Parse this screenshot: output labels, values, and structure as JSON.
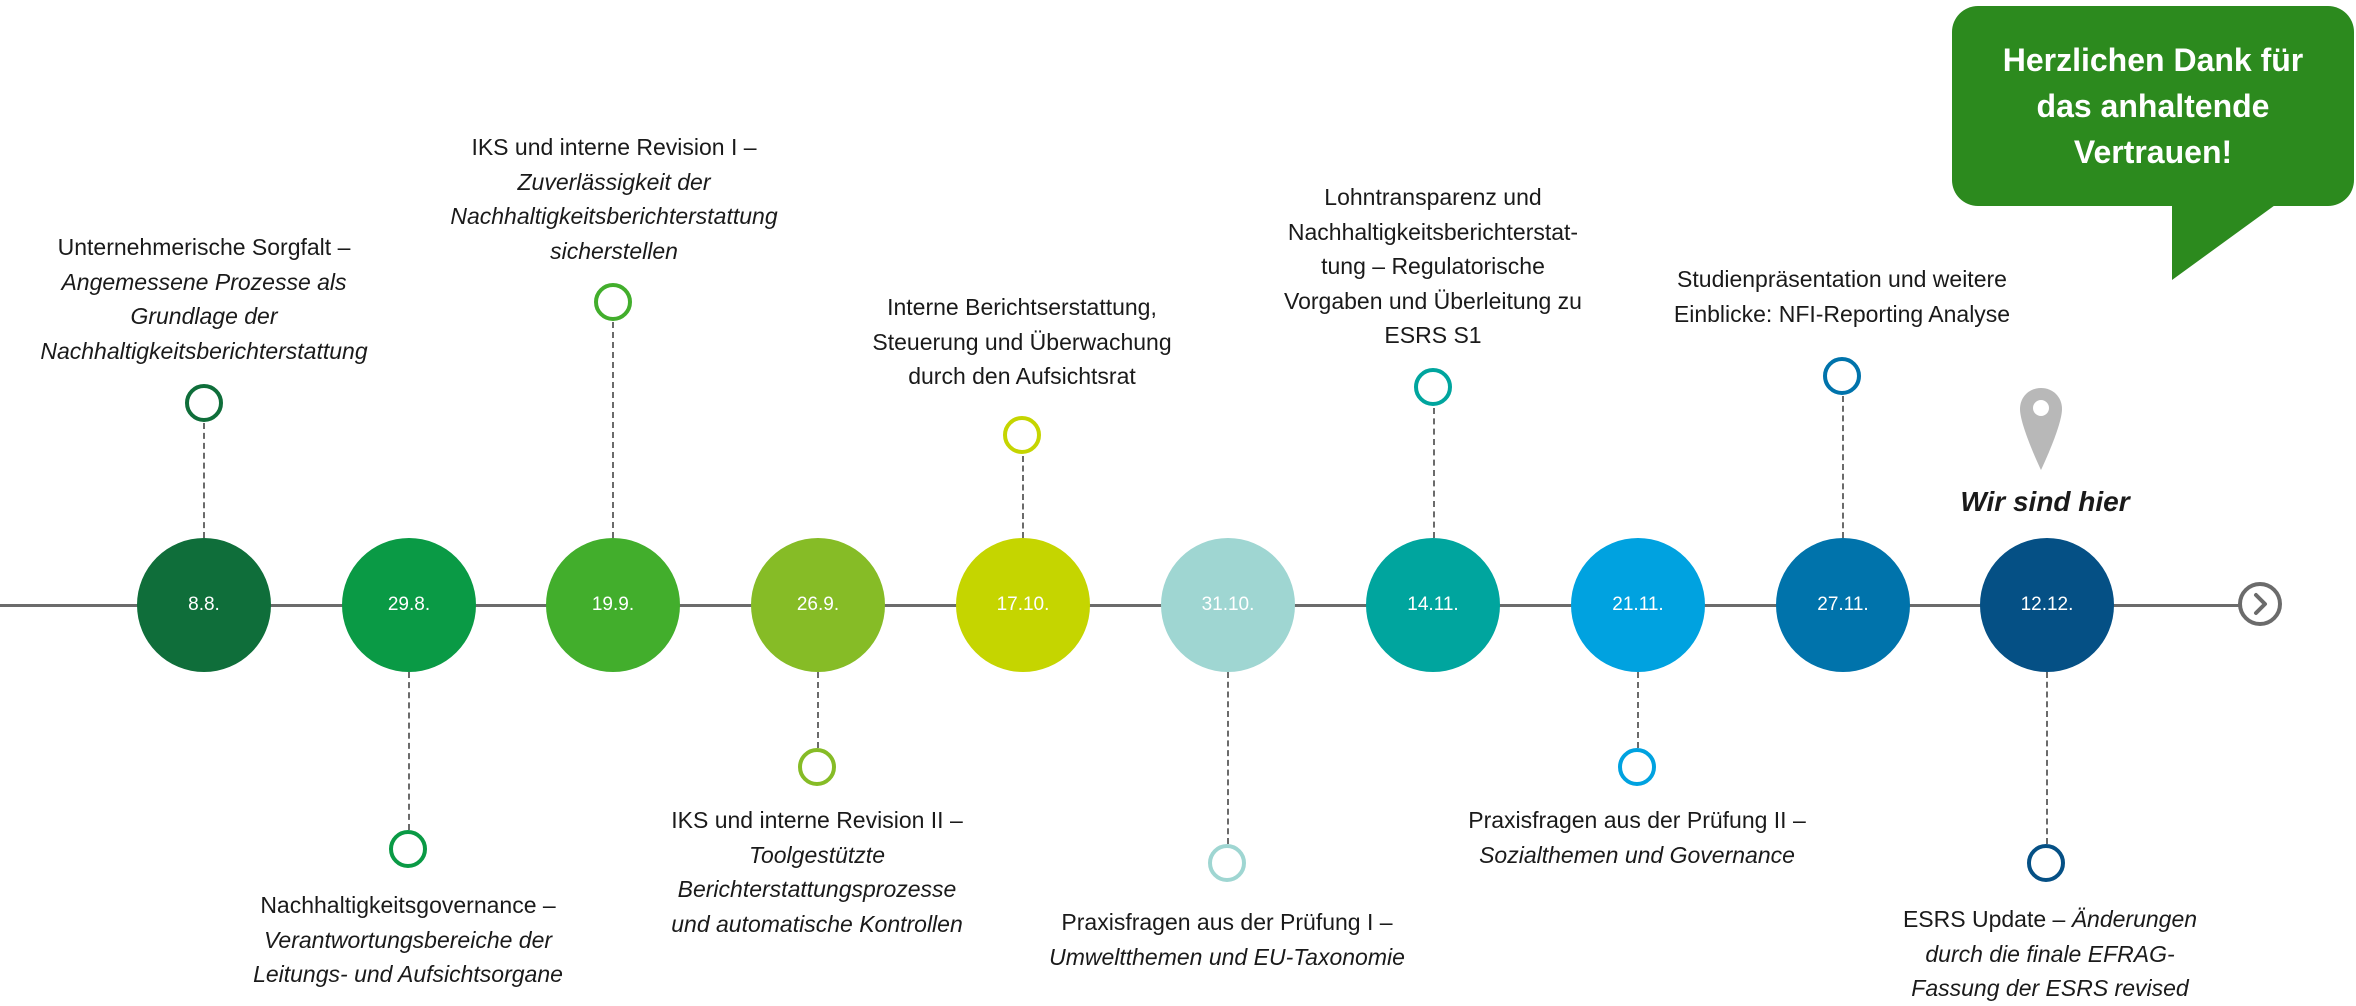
{
  "timeline": {
    "colors": {
      "axis": "#6b6b6b",
      "n1": "#0f6e3a",
      "n2": "#0a9a45",
      "n3": "#42ae2c",
      "n4": "#86bc26",
      "n5": "#c5d500",
      "n6": "#9fd6d2",
      "n7": "#00a59e",
      "n8": "#00a2e0",
      "n9": "#0073ab",
      "n10": "#055085"
    },
    "nodes": [
      {
        "date": "8.8."
      },
      {
        "date": "29.8."
      },
      {
        "date": "19.9."
      },
      {
        "date": "26.9."
      },
      {
        "date": "17.10."
      },
      {
        "date": "31.10."
      },
      {
        "date": "14.11."
      },
      {
        "date": "21.11."
      },
      {
        "date": "27.11."
      },
      {
        "date": "12.12."
      }
    ],
    "labels": {
      "n1": {
        "line1": "Unternehmerische Sorgfalt –",
        "italic": [
          "Angemessene Prozesse als",
          "Grundlage der",
          "Nachhaltigkeitsberichterstattung"
        ]
      },
      "n2": {
        "line1": "Nachhaltigkeitsgovernance –",
        "italic": [
          "Verantwortungsbereiche der",
          "Leitungs- und Aufsichtsorgane"
        ]
      },
      "n3": {
        "line1": "IKS und interne Revision I –",
        "italic": [
          "Zuverlässigkeit der",
          "Nachhaltigkeitsberichterstattung",
          "sicherstellen"
        ]
      },
      "n4": {
        "line1": "IKS und interne Revision II –",
        "italic": [
          "Toolgestützte",
          "Berichterstattungsprozesse",
          "und automatische Kontrollen"
        ]
      },
      "n5": {
        "lines": [
          "Interne Berichtserstattung,",
          "Steuerung und Überwachung",
          "durch den Aufsichtsrat"
        ]
      },
      "n6": {
        "line1": "Praxisfragen aus der Prüfung I –",
        "italic": [
          "Umweltthemen und EU-Taxonomie"
        ]
      },
      "n7": {
        "lines": [
          "Lohntransparenz und",
          "Nachhaltigkeitsberichterstat-",
          "tung – Regulatorische",
          "Vorgaben und Überleitung zu",
          "ESRS S1"
        ]
      },
      "n8": {
        "line1": "Praxisfragen aus der Prüfung II –",
        "italic": [
          "Sozialthemen und Governance"
        ]
      },
      "n9": {
        "lines": [
          "Studienpräsentation und weitere",
          "Einblicke: NFI-Reporting Analyse"
        ]
      },
      "n10": {
        "line1_plain": "ESRS Update – ",
        "line1_italic": "Änderungen",
        "italic": [
          "durch die finale EFRAG-",
          "Fassung der ESRS revised"
        ]
      }
    },
    "current_marker": "Wir sind hier",
    "icons": {
      "next": "chevron-right-icon",
      "location": "location-pin-icon"
    }
  },
  "callout": {
    "lines": [
      "Herzlichen Dank für",
      "das anhaltende",
      "Vertrauen!"
    ],
    "color": "#2c8a1e"
  }
}
